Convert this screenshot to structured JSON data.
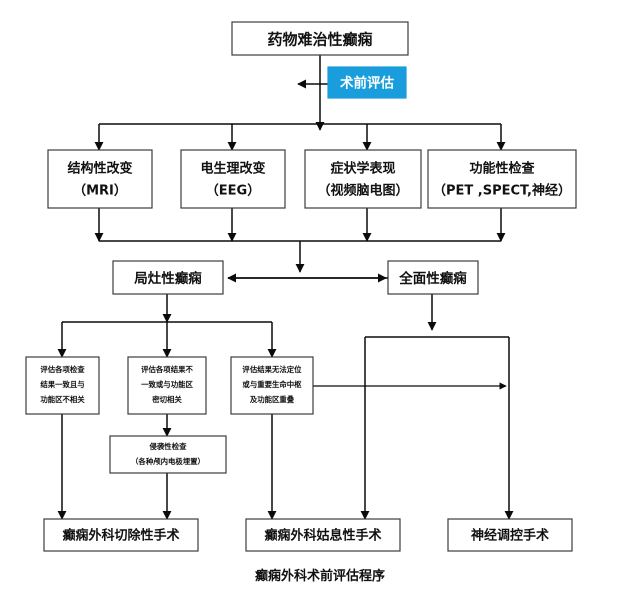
{
  "diagram": {
    "caption": "癫痫外科术前评估程序",
    "colors": {
      "accent": "#1a9ddd",
      "box_border": "#3c3c3c",
      "edge": "#0b0b0b",
      "background": "#ffffff",
      "text": "#111111"
    },
    "nodes": {
      "root": {
        "label": "药物难治性癫痫"
      },
      "preop": {
        "label": "术前评估"
      },
      "assess": [
        {
          "line1": "结构性改变",
          "line2": "（MRI）"
        },
        {
          "line1": "电生理改变",
          "line2": "（EEG）"
        },
        {
          "line1": "症状学表现",
          "line2": "（视频脑电图）"
        },
        {
          "line1": "功能性检查",
          "line2": "（PET ,SPECT,神经）"
        }
      ],
      "classify": [
        {
          "label": "局灶性癫痫"
        },
        {
          "label": "全面性癫痫"
        }
      ],
      "criteria": [
        {
          "line1": "评估各项检查",
          "line2": "结果一致且与",
          "line3": "功能区不相关"
        },
        {
          "line1": "评估各项结果不",
          "line2": "一致或与功能区",
          "line3": "密切相关",
          "line4": ""
        },
        {
          "line1": "评估结果无法定位",
          "line2": "或与重要生命中枢",
          "line3": "及功能区重叠"
        }
      ],
      "invasive": {
        "line1": "侵袭性检查",
        "line2": "（各种颅内电极埋置）"
      },
      "outcomes": [
        {
          "label": "癫痫外科切除性手术"
        },
        {
          "label": "癫痫外科姑息性手术"
        },
        {
          "label": "神经调控手术"
        }
      ]
    }
  }
}
